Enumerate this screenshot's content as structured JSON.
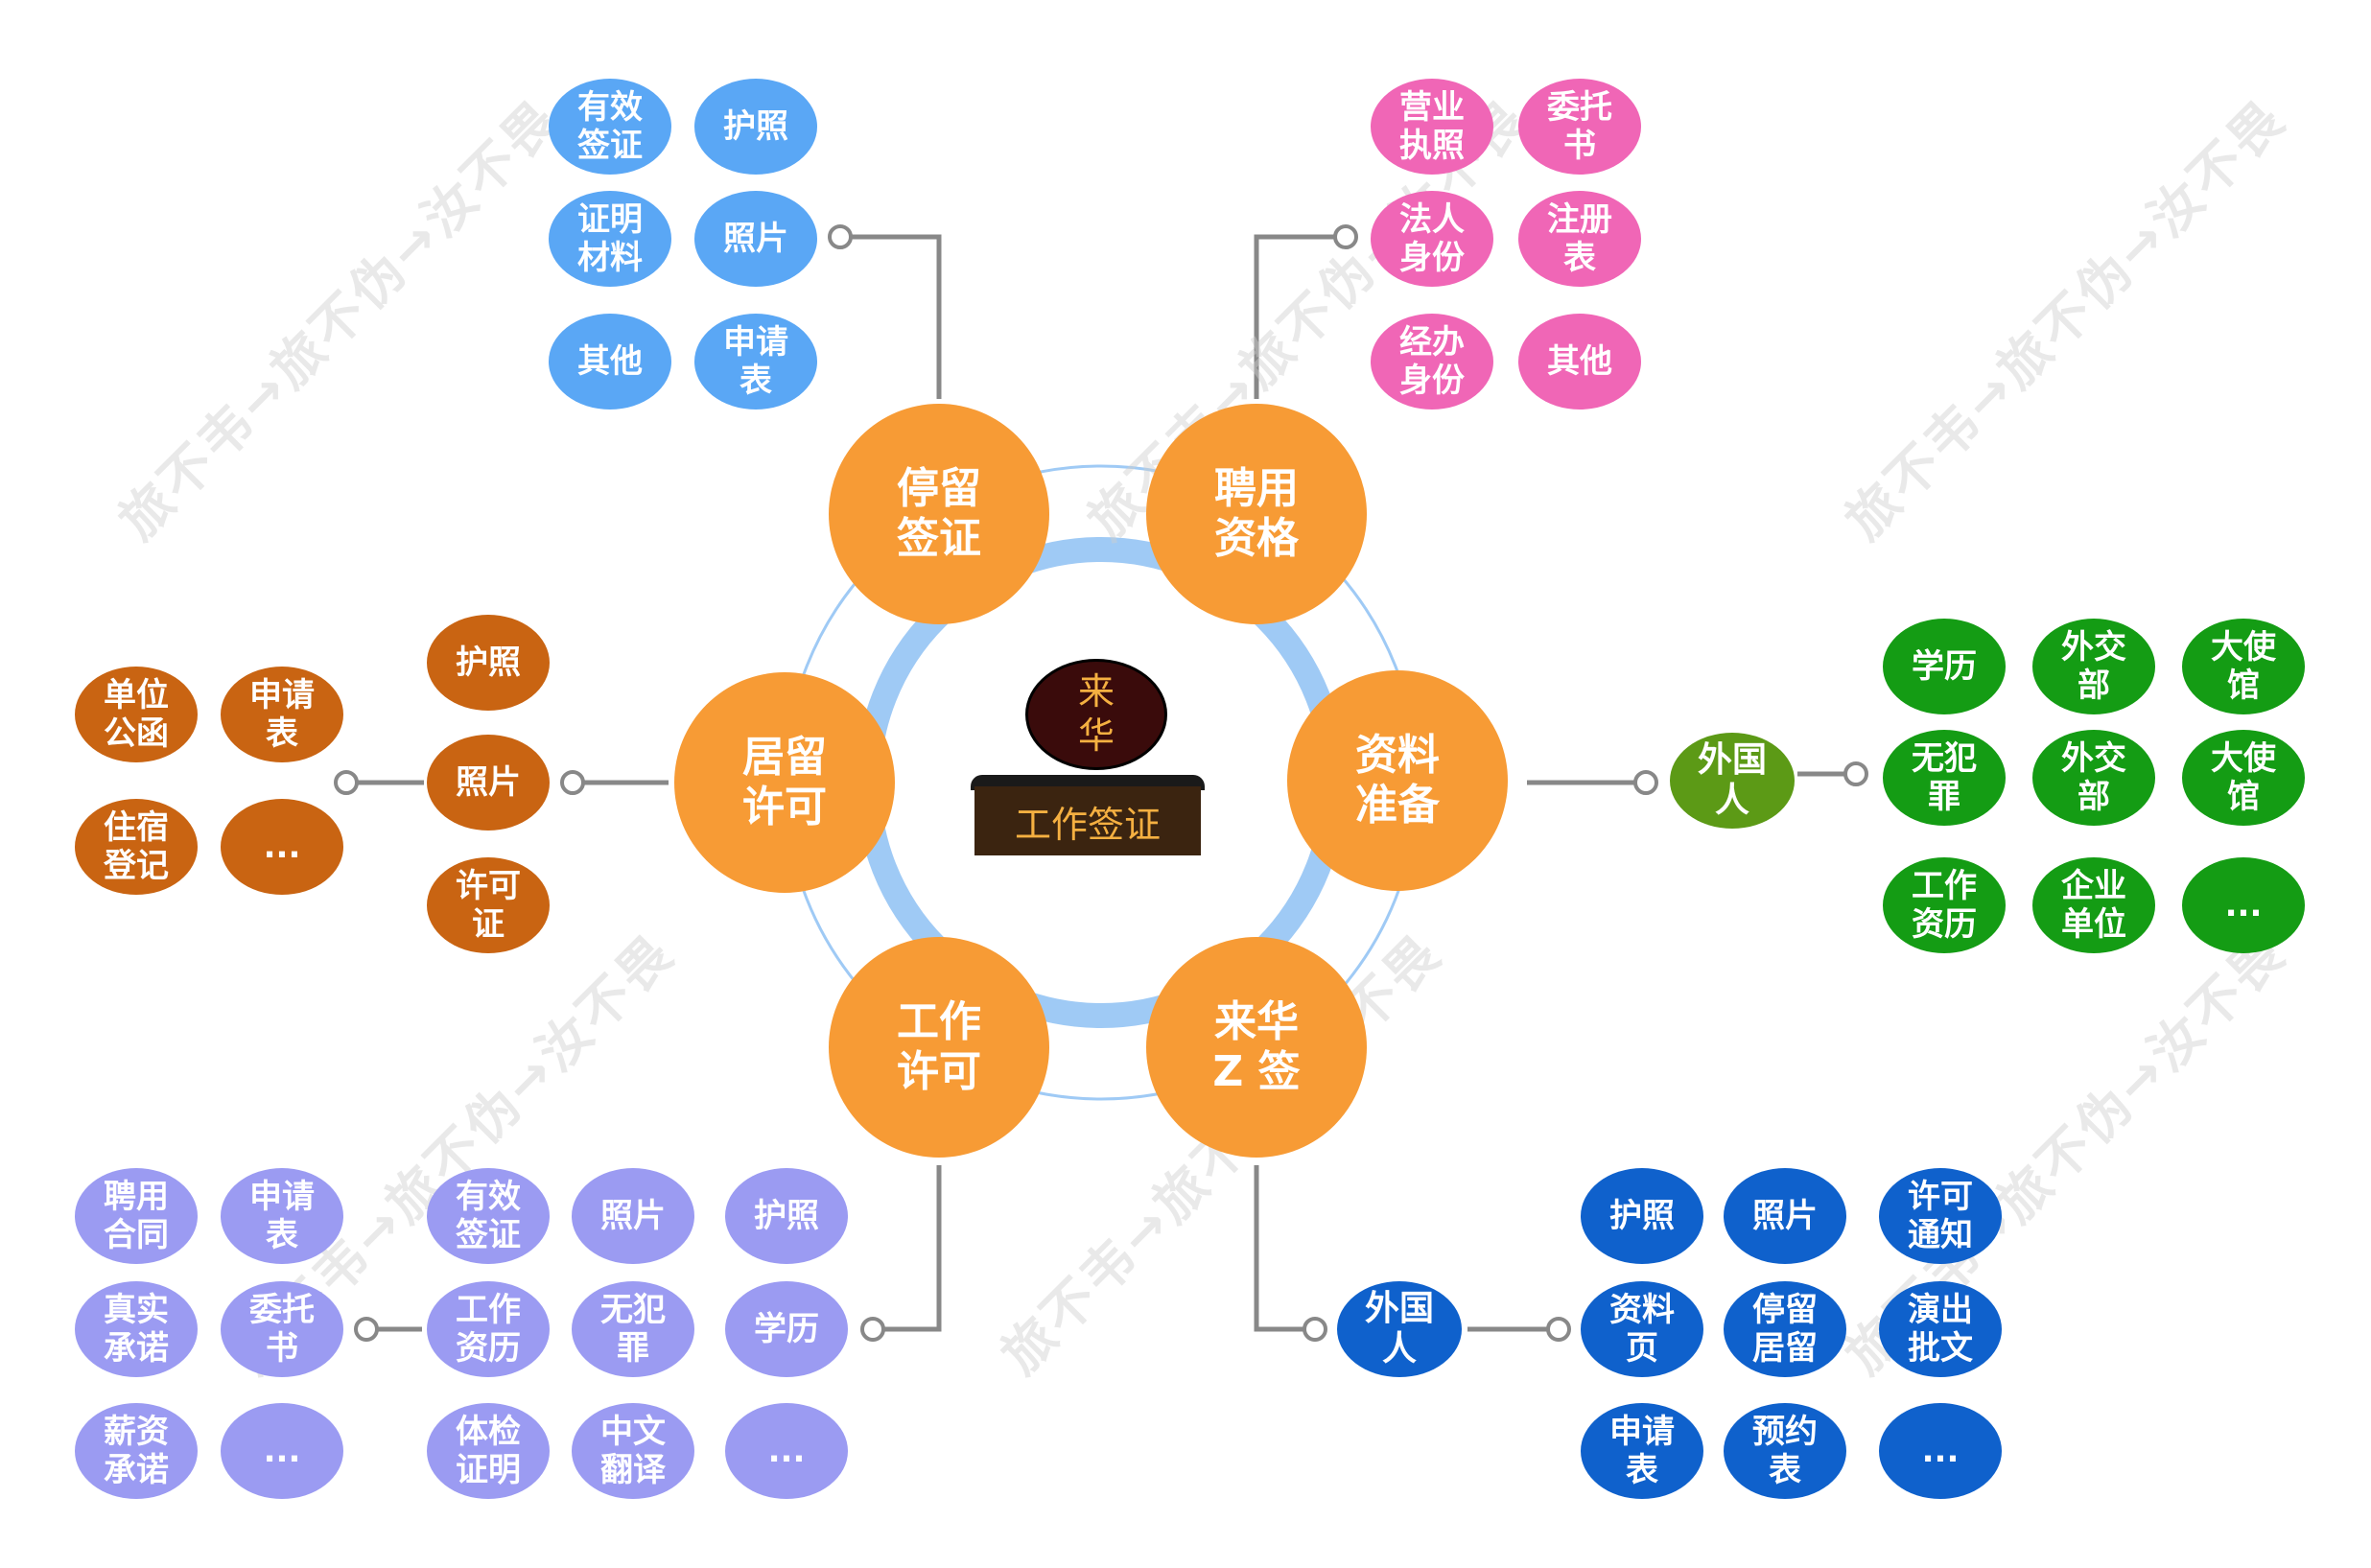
{
  "watermark": "旅不韦→旅不伪→汝不畏",
  "colors": {
    "hub": "#f79b35",
    "connector": "#888888",
    "ring": "#9fcaf5",
    "group_visa": "#5aa7f5",
    "group_employer": "#f066b6",
    "group_residence": "#c96412",
    "group_materials": "#149c14",
    "group_materials_person": "#5c9a16",
    "group_workpermit": "#9b9bf2",
    "group_zvisa": "#0f61cc"
  },
  "center": {
    "title": "来\n华",
    "subtitle": "工作签证"
  },
  "hubs": {
    "stay_visa": "停留\n签证",
    "employer": "聘用\n资格",
    "materials": "资料\n准备",
    "z_visa": "来华\nZ 签",
    "work_permit": "工作\n许可",
    "residence": "居留\n许可"
  },
  "stay_visa_group": [
    "有效\n签证",
    "护照",
    "证明\n材料",
    "照片",
    "其他",
    "申请\n表"
  ],
  "employer_group": [
    "营业\n执照",
    "委托\n书",
    "法人\n身份",
    "注册\n表",
    "经办\n身份",
    "其他"
  ],
  "materials_group": {
    "person": "外国\n人",
    "items": [
      "学历",
      "外交\n部",
      "大使\n馆",
      "无犯\n罪",
      "外交\n部",
      "大使\n馆",
      "工作\n资历",
      "企业\n单位",
      "..."
    ]
  },
  "z_visa_group": {
    "person": "外国\n人",
    "items": [
      "护照",
      "照片",
      "许可\n通知",
      "资料\n页",
      "停留\n居留",
      "演出\n批文",
      "申请\n表",
      "预约\n表",
      "..."
    ]
  },
  "work_permit_group": {
    "inner": [
      "有效\n签证",
      "照片",
      "护照",
      "工作\n资历",
      "无犯\n罪",
      "学历",
      "体检\n证明",
      "中文\n翻译",
      "..."
    ],
    "outer": [
      "聘用\n合同",
      "申请\n表",
      "真实\n承诺",
      "委托\n书",
      "薪资\n承诺",
      "..."
    ]
  },
  "residence_group": {
    "inner": [
      "护照",
      "照片",
      "许可\n证"
    ],
    "outer": [
      "单位\n公函",
      "申请\n表",
      "住宿\n登记",
      "..."
    ]
  }
}
